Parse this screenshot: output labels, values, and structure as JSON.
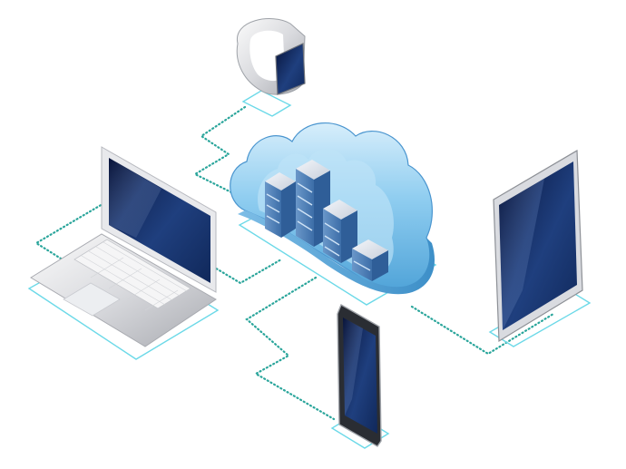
{
  "scene": {
    "background": "#ffffff",
    "accent_cloud": "#7cc6ee",
    "accent_connector": "#2aa59b",
    "accent_pad": "#6cd9e8",
    "devices": [
      "smartwatch",
      "laptop",
      "tablet",
      "smartphone"
    ],
    "hub": "cloud-with-servers"
  }
}
